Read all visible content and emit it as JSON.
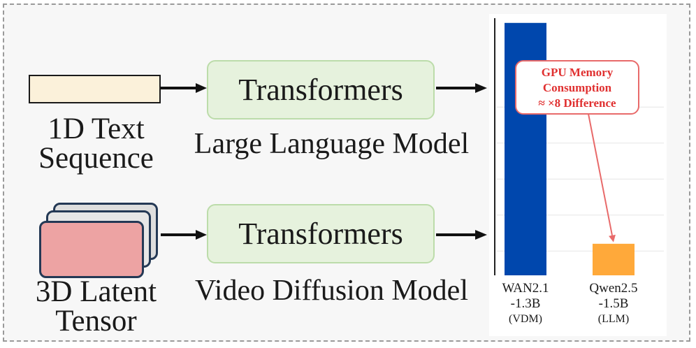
{
  "left": {
    "text_label_line1": "1D Text",
    "text_label_line2": "Sequence",
    "latent_label_line1": "3D Latent",
    "latent_label_line2": "Tensor"
  },
  "middle": {
    "llm_box_label": "Transformers",
    "llm_caption": "Large Language Model",
    "vdm_box_label": "Transformers",
    "vdm_caption": "Video Diffusion Model"
  },
  "colors": {
    "wan_bar": "#0047ad",
    "qwen_bar": "#ffa93a",
    "annotation": "#e03030"
  },
  "chart_data": {
    "type": "bar",
    "categories": [
      [
        "WAN2.1",
        "-1.3B",
        "(VDM)"
      ],
      [
        "Qwen2.5",
        "-1.5B",
        "(LLM)"
      ]
    ],
    "values": [
      8,
      1
    ],
    "ylim": [
      0,
      8.15
    ],
    "grid": true,
    "annotation": {
      "lines": [
        "GPU Memory",
        "Consumption",
        "≈ ×8 Difference"
      ]
    }
  }
}
